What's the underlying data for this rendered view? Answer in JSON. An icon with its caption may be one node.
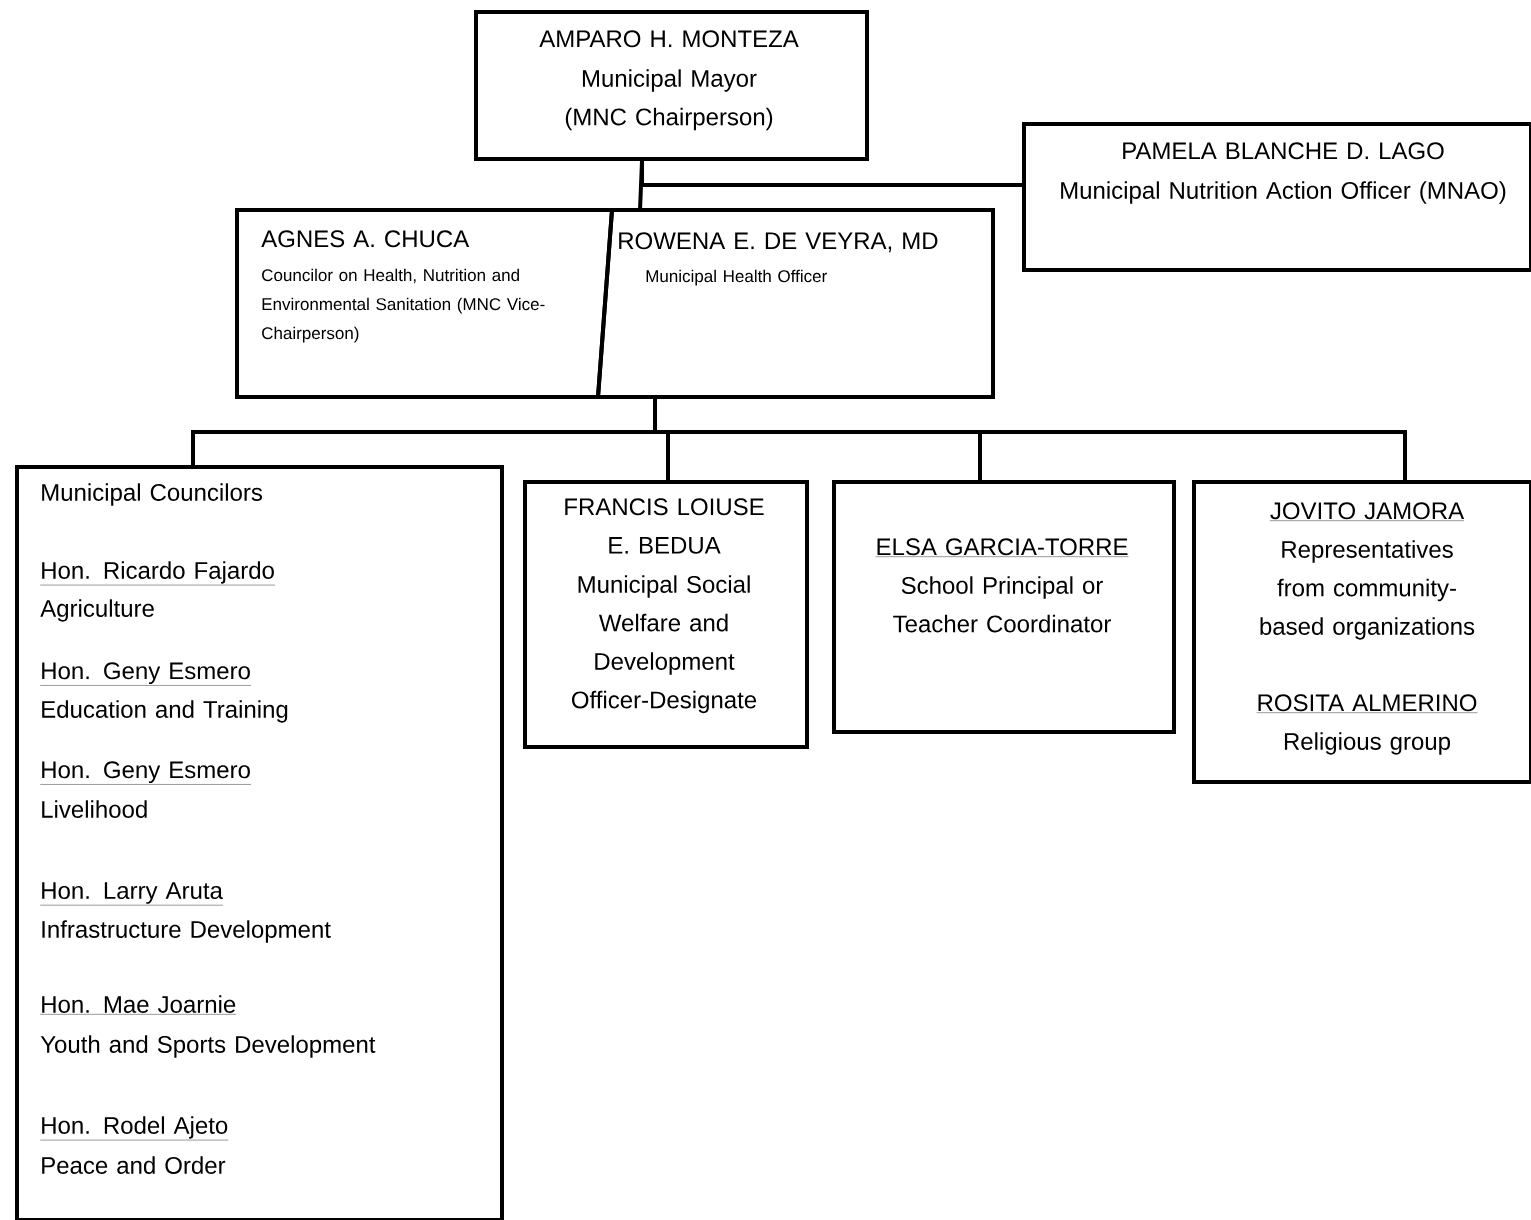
{
  "diagram": {
    "nodes": [
      {
        "text": [
          "AMPARO H. MONTEZA",
          "Municipal Mayor (MNC Chairperson)"
        ]
      },
      {
        "text": [
          "PAMELA BLANCHE D. LAGO",
          "Municipal Nutrition Action Officer (MNAO)"
        ]
      },
      {
        "text": [
          "AGNES A. CHUCA",
          "Councilor on Health, Nutrition and Environmental Sanitation (MNC Vice-Chairperson)"
        ]
      },
      {
        "text": [
          "ROWENA E. DE VEYRA, MD",
          "Municipal Health Officer"
        ]
      },
      {
        "text": [
          "Municipal Councilors",
          "Hon. Ricardo Fajardo",
          "Agriculture",
          "Hon. Geny Esmero",
          "Education and Training",
          "Hon. Geny Esmero",
          "Livelihood",
          "Hon. Larry Aruta",
          "Infrastructure Development",
          "Hon. Mae Joarnie",
          "Youth and Sports Development",
          "Hon. Rodel Ajeto",
          "Peace and Order"
        ]
      },
      {
        "text": [
          "FRANCIS LOIUSE E. BEDUA",
          "Municipal Social Welfare and Development Officer-Designate"
        ]
      },
      {
        "text": [
          "ELSA GARCIA-TORRE",
          "School Principal or Teacher Coordinator"
        ]
      },
      {
        "text": [
          "JOVITO JAMORA",
          "Representatives from community-based organizations",
          "ROSITA ALMERINO",
          "Religious group"
        ]
      }
    ],
    "edges": [
      {
        "from": 0,
        "to": 1,
        "arrow": "none"
      },
      {
        "from": 0,
        "to": 3,
        "arrow": "none"
      },
      {
        "from": 3,
        "to": 4,
        "arrow": "none"
      },
      {
        "from": 3,
        "to": 5,
        "arrow": "none"
      },
      {
        "from": 3,
        "to": 6,
        "arrow": "none"
      },
      {
        "from": 3,
        "to": 7,
        "arrow": "none"
      }
    ]
  }
}
